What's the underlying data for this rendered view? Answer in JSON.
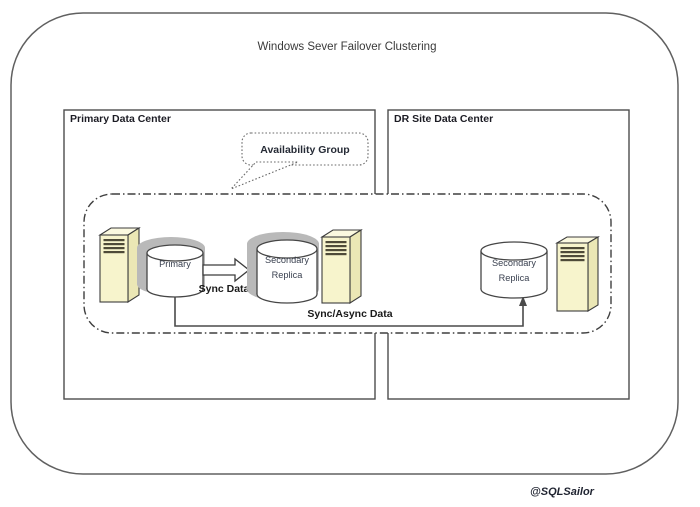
{
  "title": "Windows Sever Failover Clustering",
  "attribution": "@SQLSailor",
  "primary_dc": {
    "label": "Primary Data Center"
  },
  "dr_dc": {
    "label": "DR Site Data Center"
  },
  "availability_group": {
    "label": "Availability Group"
  },
  "databases": {
    "primary": {
      "label": "Primary"
    },
    "secondary": {
      "label_line1": "Secondary",
      "label_line2": "Replica"
    },
    "dr_secondary": {
      "label_line1": "Secondary",
      "label_line2": "Replica"
    }
  },
  "links": {
    "sync": {
      "label": "Sync Data"
    },
    "sync_async": {
      "label": "Sync/Async Data"
    }
  },
  "icons": {
    "server": "server-tower-icon",
    "database": "database-cylinder-icon",
    "callout": "speech-bubble-callout"
  },
  "colors": {
    "tower_front": "#f7f4cc",
    "tower_top": "#fbf9e0",
    "tower_side": "#ebe7b5",
    "tower_vent": "#4e4a38",
    "cylinder_fill": "#ffffff",
    "cylinder_shadow": "#b9b9b9",
    "white": "#ffffff",
    "line": "#4a4a4a",
    "border_outer": "#606060",
    "border_box": "#4d4d4d",
    "dash_border": "#3f3f3f"
  }
}
